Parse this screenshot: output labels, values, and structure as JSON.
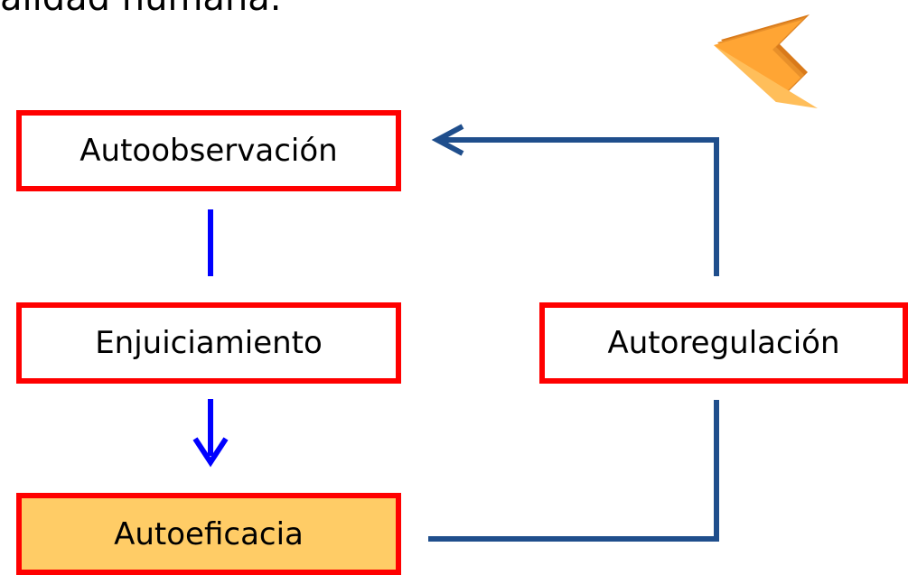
{
  "heading_fragment": "alidad humana.",
  "nodes": {
    "autoobservacion": "Autoobservación",
    "enjuiciamiento": "Enjuiciamiento",
    "autoeficacia": "Autoeficacia",
    "autoregulacion": "Autoregulación"
  },
  "colors": {
    "box_border": "#ff0000",
    "highlight_fill": "#ffcc66",
    "blue_connector": "#0000ff",
    "feedback_loop": "#1f4e8c",
    "pointer_arrow": "#ffa534"
  },
  "icons": {
    "pointer": "orange-down-left-arrow-icon"
  }
}
